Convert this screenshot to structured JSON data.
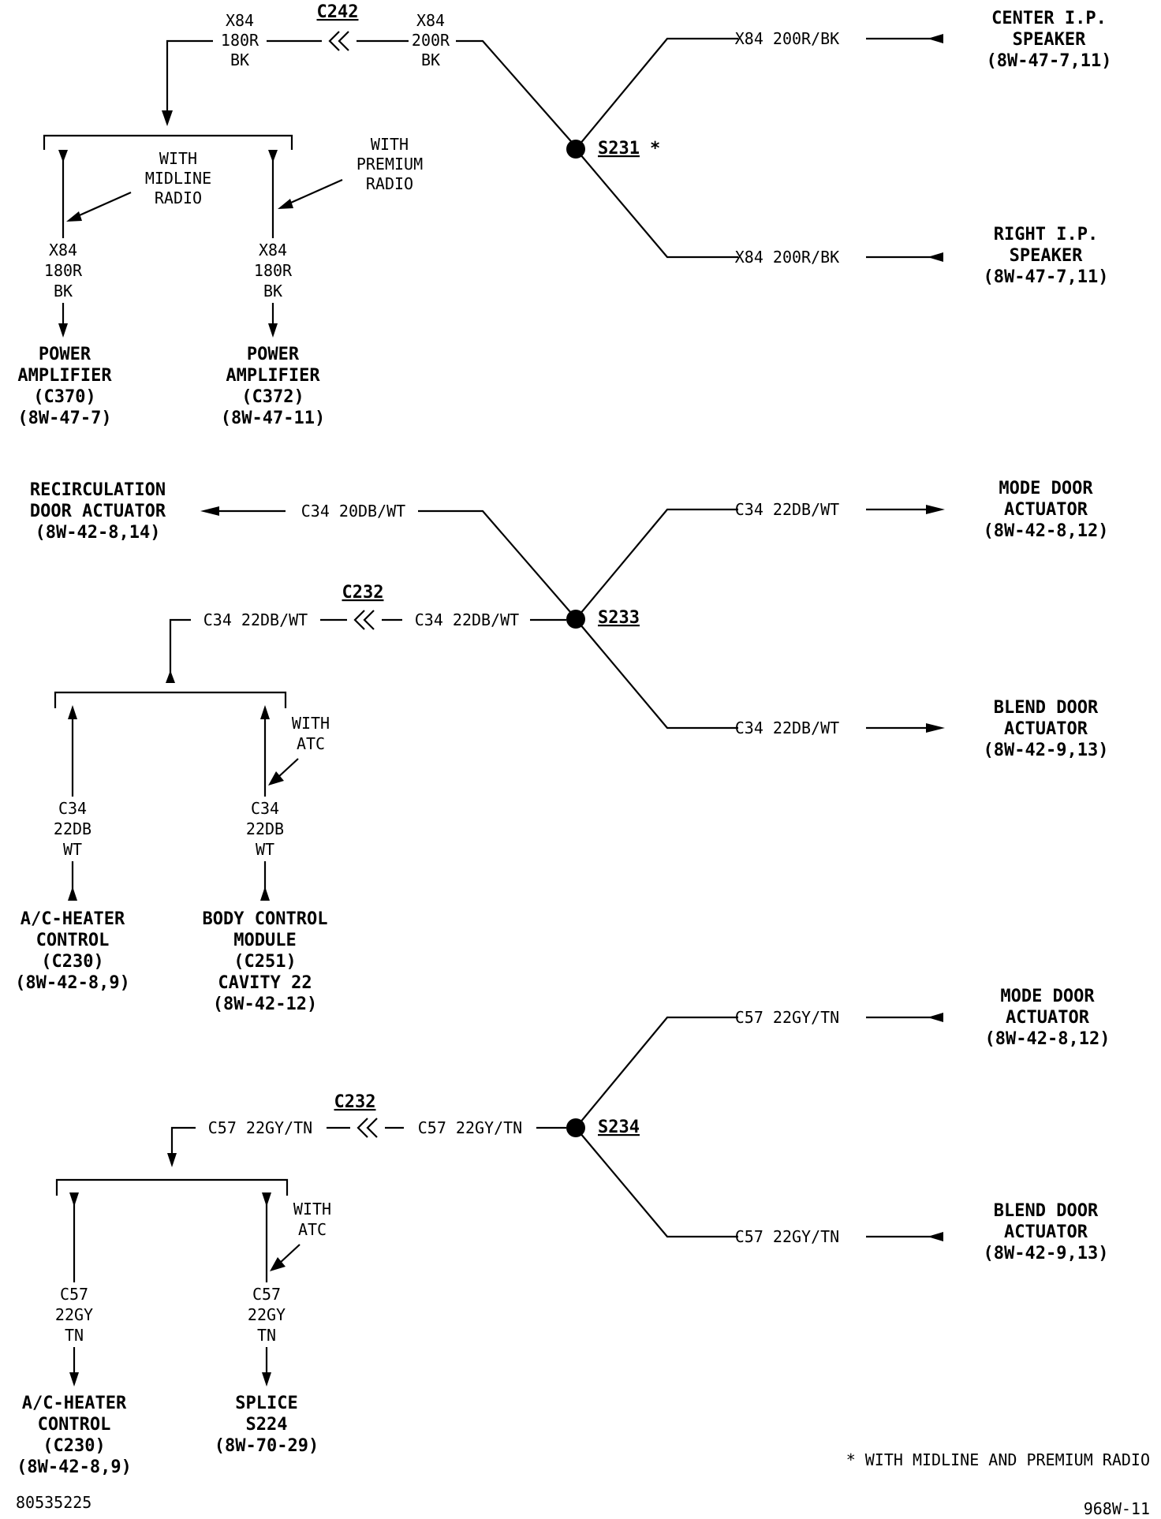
{
  "s231": {
    "splice": "S231",
    "splice_mark": "*",
    "connector": "C242",
    "left_wire": [
      "X84",
      "180R",
      "BK"
    ],
    "right_wire": [
      "X84",
      "200R",
      "BK"
    ],
    "center_wire": "X84 200R/BK",
    "center_dest": [
      "CENTER I.P.",
      "SPEAKER",
      "(8W-47-7,11)"
    ],
    "right_wire_label": "X84 200R/BK",
    "right_dest": [
      "RIGHT I.P.",
      "SPEAKER",
      "(8W-47-7,11)"
    ],
    "midline_note": [
      "WITH",
      "MIDLINE",
      "RADIO"
    ],
    "premium_note": [
      "WITH",
      "PREMIUM",
      "RADIO"
    ],
    "branch1_wire": [
      "X84",
      "180R",
      "BK"
    ],
    "branch2_wire": [
      "X84",
      "180R",
      "BK"
    ],
    "branch1_dest": [
      "POWER",
      "AMPLIFIER",
      "(C370)",
      "(8W-47-7)"
    ],
    "branch2_dest": [
      "POWER",
      "AMPLIFIER",
      "(C372)",
      "(8W-47-11)"
    ]
  },
  "s233": {
    "splice": "S233",
    "recirc_wire": "C34 20DB/WT",
    "recirc_dest": [
      "RECIRCULATION",
      "DOOR ACTUATOR",
      "(8W-42-8,14)"
    ],
    "mode_wire": "C34 22DB/WT",
    "mode_dest": [
      "MODE DOOR",
      "ACTUATOR",
      "(8W-42-8,12)"
    ],
    "blend_wire": "C34 22DB/WT",
    "blend_dest": [
      "BLEND DOOR",
      "ACTUATOR",
      "(8W-42-9,13)"
    ],
    "connector": "C232",
    "conn_left_wire": "C34 22DB/WT",
    "conn_right_wire": "C34 22DB/WT",
    "atc_note": [
      "WITH",
      "ATC"
    ],
    "branch1_wire": [
      "C34",
      "22DB",
      "WT"
    ],
    "branch2_wire": [
      "C34",
      "22DB",
      "WT"
    ],
    "branch1_dest": [
      "A/C-HEATER",
      "CONTROL",
      "(C230)",
      "(8W-42-8,9)"
    ],
    "branch2_dest": [
      "BODY CONTROL",
      "MODULE",
      "(C251)",
      "CAVITY 22",
      "(8W-42-12)"
    ]
  },
  "s234": {
    "splice": "S234",
    "mode_wire": "C57 22GY/TN",
    "mode_dest": [
      "MODE DOOR",
      "ACTUATOR",
      "(8W-42-8,12)"
    ],
    "blend_wire": "C57 22GY/TN",
    "blend_dest": [
      "BLEND DOOR",
      "ACTUATOR",
      "(8W-42-9,13)"
    ],
    "connector": "C232",
    "conn_left_wire": "C57 22GY/TN",
    "conn_right_wire": "C57 22GY/TN",
    "atc_note": [
      "WITH",
      "ATC"
    ],
    "branch1_wire": [
      "C57",
      "22GY",
      "TN"
    ],
    "branch2_wire": [
      "C57",
      "22GY",
      "TN"
    ],
    "branch1_dest": [
      "A/C-HEATER",
      "CONTROL",
      "(C230)",
      "(8W-42-8,9)"
    ],
    "branch2_dest": [
      "SPLICE",
      "S224",
      "(8W-70-29)"
    ]
  },
  "footnote": "* WITH MIDLINE AND PREMIUM RADIO",
  "doc_number": "80535225",
  "page_code": "968W-11"
}
